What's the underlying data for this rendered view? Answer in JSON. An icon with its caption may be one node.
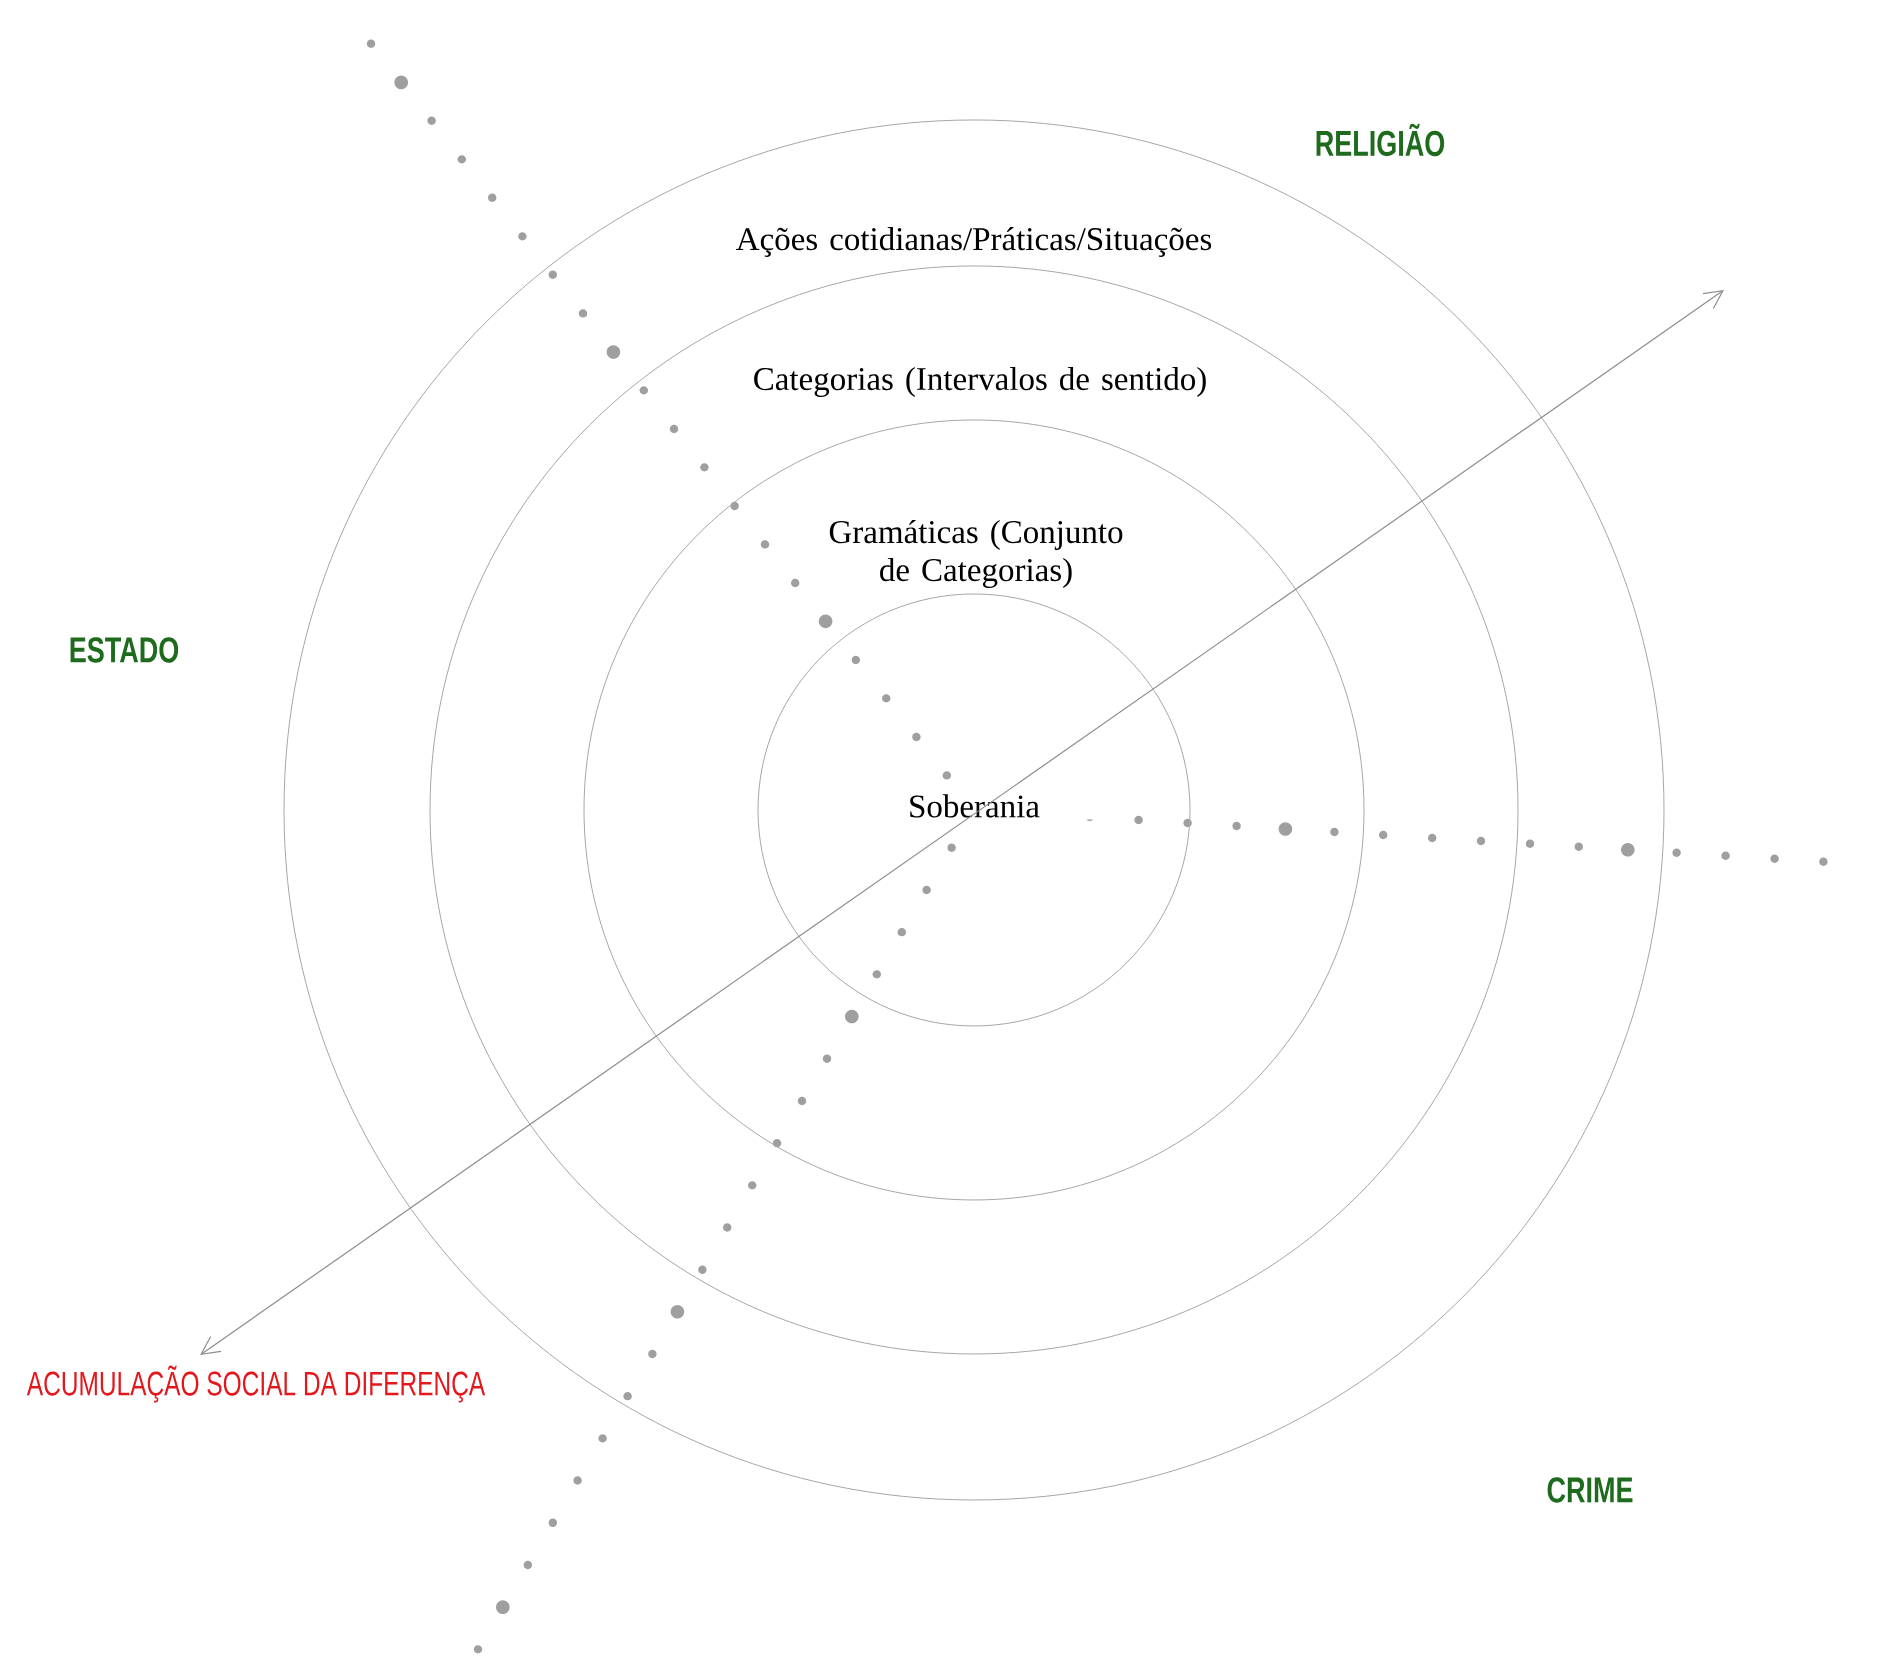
{
  "diagram": {
    "nodes": [
      {
        "text": [
          "Ações cotidianas/Práticas/Situações"
        ]
      },
      {
        "text": [
          "Categorias (Intervalos de sentido)"
        ],
        "in": 0
      },
      {
        "text": [
          "Gramáticas (Conjunto de Categorias)"
        ],
        "in": 1
      },
      {
        "text": [
          "Soberania"
        ],
        "in": 2
      },
      {
        "text": [
          "ACUMULAÇÃO SOCIAL DA DIFERENÇA"
        ]
      }
    ],
    "edges": [
      {
        "from": null,
        "to": 4,
        "arrow": "both"
      }
    ],
    "labels": [
      "RELIGIÃO",
      "ESTADO",
      "CRIME"
    ]
  }
}
